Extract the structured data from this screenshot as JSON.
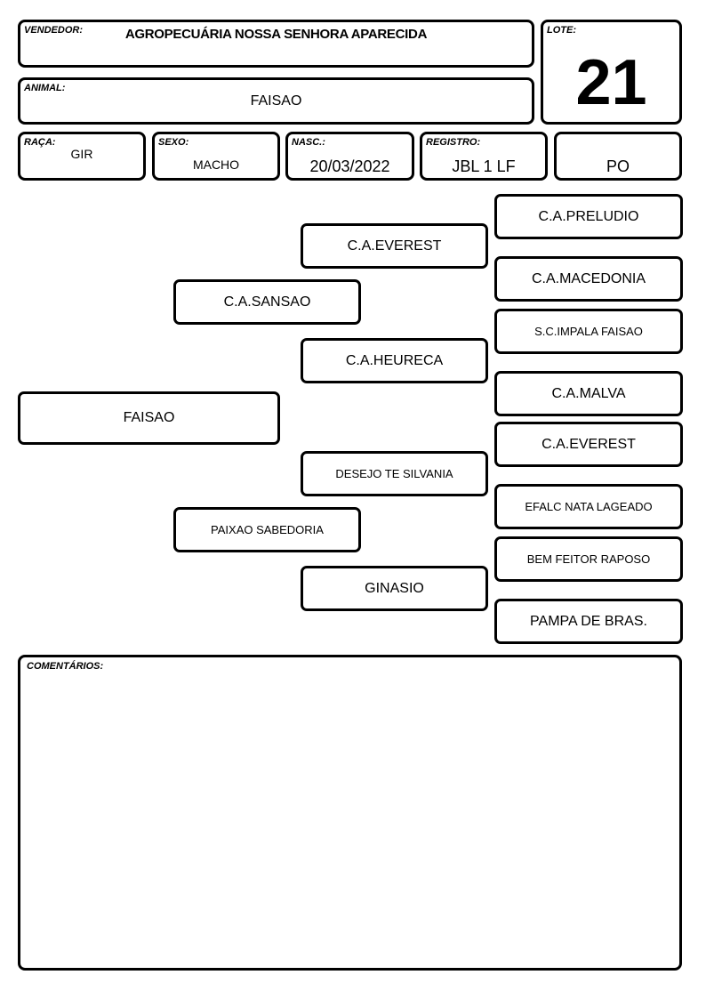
{
  "header": {
    "vendor_label": "VENDEDOR:",
    "vendor_value": "AGROPECUÁRIA NOSSA SENHORA APARECIDA",
    "lot_label": "LOTE:",
    "lot_value": "21",
    "animal_label": "ANIMAL:",
    "animal_value": "FAISAO",
    "breed_label": "RAÇA:",
    "breed_value": "GIR",
    "sex_label": "SEXO:",
    "sex_value": "MACHO",
    "birth_label": "NASC.:",
    "birth_value": "20/03/2022",
    "registry_label": "REGISTRO:",
    "registry_value": "JBL 1 LF",
    "registry_type": "PO"
  },
  "pedigree": {
    "animal": "FAISAO",
    "sire": "C.A.SANSAO",
    "dam": "PAIXAO SABEDORIA",
    "sire_sire": "C.A.EVEREST",
    "sire_dam": "C.A.HEURECA",
    "dam_sire": "DESEJO TE SILVANIA",
    "dam_dam": "GINASIO",
    "g3": [
      "C.A.PRELUDIO",
      "C.A.MACEDONIA",
      "S.C.IMPALA FAISAO",
      "C.A.MALVA",
      "C.A.EVEREST",
      "EFALC NATA LAGEADO",
      "BEM FEITOR RAPOSO",
      "PAMPA DE BRAS."
    ]
  },
  "comments": {
    "label": "COMENTÁRIOS:",
    "text": ""
  }
}
